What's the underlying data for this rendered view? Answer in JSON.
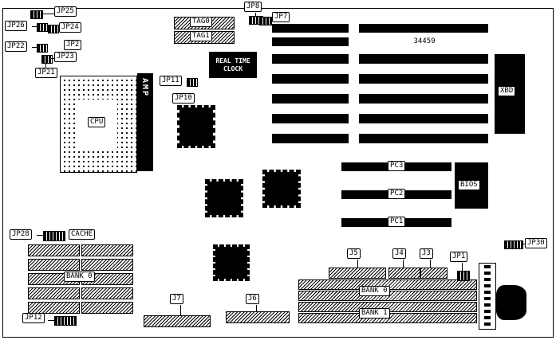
{
  "diagram": {
    "type": "motherboard-layout",
    "part_number": "34459"
  },
  "labels": {
    "jp1": "JP1",
    "jp2": "JP2",
    "jp7": "JP7",
    "jp8": "JP8",
    "jp10": "JP10",
    "jp11": "JP11",
    "jp12": "JP12",
    "jp21": "JP21",
    "jp22": "JP22",
    "jp23": "JP23",
    "jp24": "JP24",
    "jp25": "JP25",
    "jp26": "JP26",
    "jp28": "JP28",
    "jp30": "JP30",
    "j3": "J3",
    "j4": "J4",
    "j5": "J5",
    "j6": "J6",
    "j7": "J7",
    "tag0": "TAG0",
    "tag1": "TAG1",
    "cpu": "CPU",
    "amp": "AMP",
    "xbd": "XBD",
    "bios": "BIOS",
    "cache": "CACHE",
    "rtc_line1": "REAL TIME",
    "rtc_line2": "CLOCK",
    "pc1": "PC1",
    "pc2": "PC2",
    "pc3": "PC3",
    "bank0_cache": "BANK 0",
    "bank0_simm": "BANK 0",
    "bank1_simm": "BANK 1",
    "part_number": "34459"
  },
  "colors": {
    "ink": "#000000",
    "paper": "#ffffff"
  }
}
